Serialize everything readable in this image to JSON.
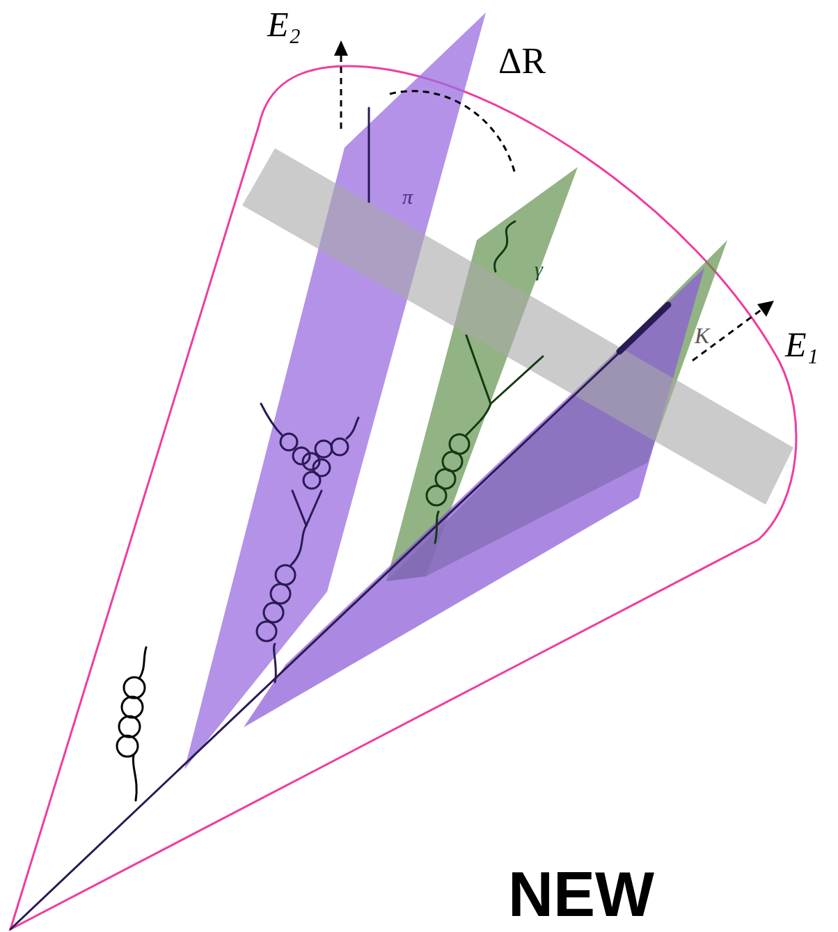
{
  "diagram": {
    "labels": [
      "E₂",
      "ΔR",
      "π",
      "γ",
      "K",
      "E₁",
      "NEW"
    ]
  }
}
